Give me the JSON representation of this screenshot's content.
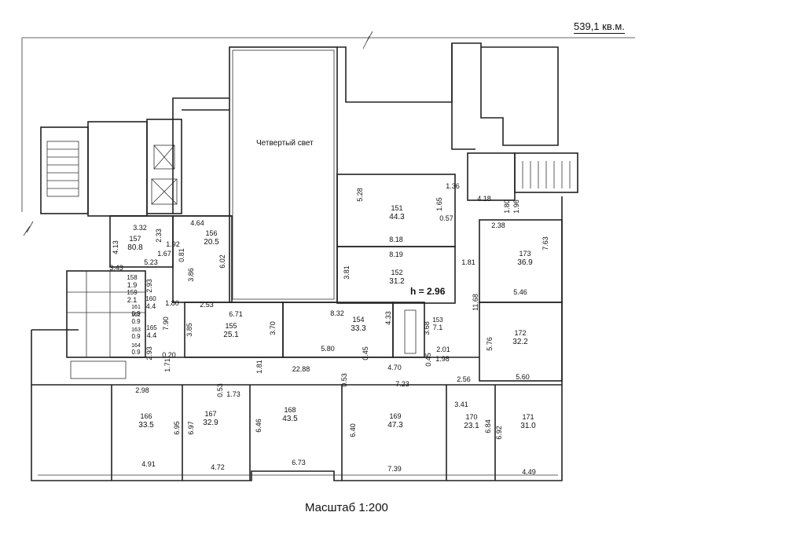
{
  "header": {
    "total_area": "539,1 кв.м."
  },
  "footer": {
    "scale": "Масштаб 1:200"
  },
  "atrium": {
    "label": "Четвертый свет"
  },
  "height_note": "h = 2.96",
  "rooms": [
    {
      "id": "151",
      "num": "151",
      "area": "44.3"
    },
    {
      "id": "152",
      "num": "152",
      "area": "31.2"
    },
    {
      "id": "153",
      "num": "153",
      "area": "7.1"
    },
    {
      "id": "154",
      "num": "154",
      "area": "33.3"
    },
    {
      "id": "155",
      "num": "155",
      "area": "25.1"
    },
    {
      "id": "156",
      "num": "156",
      "area": "20.5"
    },
    {
      "id": "157",
      "num": "157",
      "area": "80.8"
    },
    {
      "id": "158",
      "num": "158",
      "area": "1.9"
    },
    {
      "id": "159",
      "num": "159",
      "area": "2.1"
    },
    {
      "id": "160",
      "num": "160",
      "area": "4.4"
    },
    {
      "id": "161",
      "num": "161",
      "area": "0.9"
    },
    {
      "id": "162",
      "num": "162",
      "area": "0.9"
    },
    {
      "id": "163",
      "num": "163",
      "area": "0.9"
    },
    {
      "id": "164",
      "num": "164",
      "area": "0.9"
    },
    {
      "id": "165",
      "num": "165",
      "area": "4.4"
    },
    {
      "id": "166",
      "num": "166",
      "area": "33.5"
    },
    {
      "id": "167",
      "num": "167",
      "area": "32.9"
    },
    {
      "id": "168",
      "num": "168",
      "area": "43.5"
    },
    {
      "id": "169",
      "num": "169",
      "area": "47.3"
    },
    {
      "id": "170",
      "num": "170",
      "area": "23.1"
    },
    {
      "id": "171",
      "num": "171",
      "area": "31.0"
    },
    {
      "id": "172",
      "num": "172",
      "area": "32.2"
    },
    {
      "id": "173",
      "num": "173",
      "area": "36.9"
    }
  ],
  "dims": [
    "5.28",
    "1.36",
    "1.65",
    "0.57",
    "4.18",
    "1.80",
    "1.96",
    "8.18",
    "8.19",
    "2.38",
    "7.63",
    "3.32",
    "2.33",
    "4.64",
    "4.13",
    "1.92",
    "1.67",
    "0.81",
    "6.02",
    "5.23",
    "3.86",
    "3.43",
    "3.81",
    "1.81",
    "5.46",
    "2.93",
    "1.80",
    "2.53",
    "6.71",
    "8.32",
    "11.68",
    "7.90",
    "3.85",
    "3.70",
    "4.33",
    "3.68",
    "5.76",
    "2.93",
    "0.20",
    "5.80",
    "0.45",
    "2.01",
    "1.98",
    "1.71",
    "1.81",
    "22.88",
    "4.70",
    "0.45",
    "5.60",
    "2.98",
    "0.53",
    "1.73",
    "0.53",
    "7.23",
    "2.56",
    "3.41",
    "6.95",
    "6.97",
    "6.46",
    "6.40",
    "6.84",
    "6.92",
    "4.91",
    "4.72",
    "6.73",
    "7.39",
    "4.49"
  ]
}
